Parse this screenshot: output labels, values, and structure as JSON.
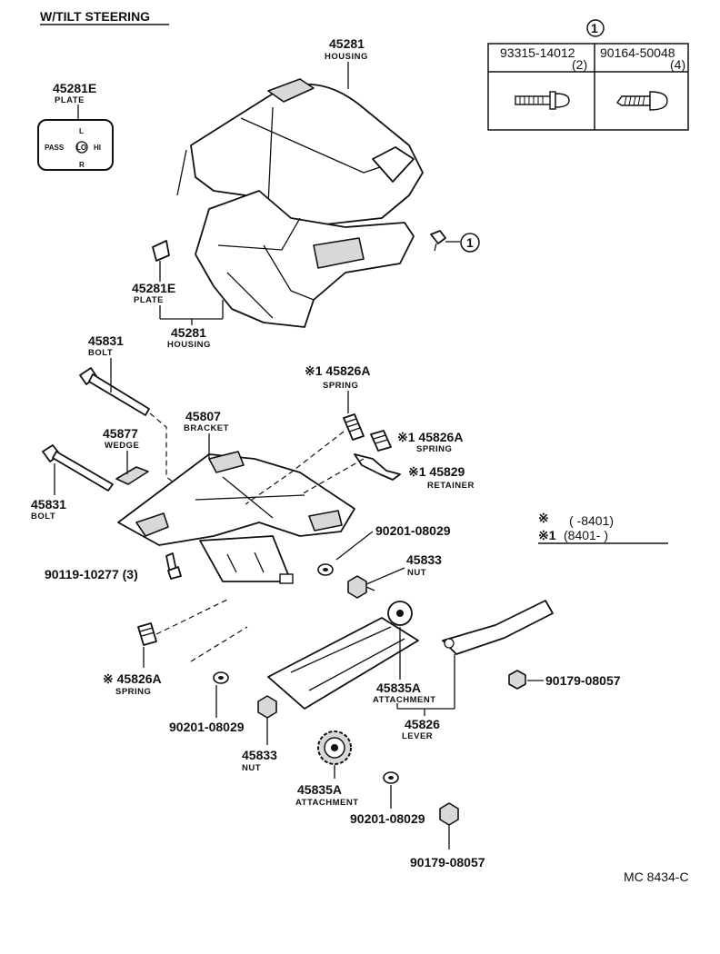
{
  "header": {
    "title": "W/TILT STEERING"
  },
  "table": {
    "ref_mark": "1",
    "col1_part": "93315-14012",
    "col1_qty": "(2)",
    "col2_part": "90164-50048",
    "col2_qty": "(4)"
  },
  "plate_inset": {
    "part_no": "45281E",
    "name": "PLATE",
    "label_pass": "PASS",
    "label_lo": "LO",
    "label_hi": "HI",
    "label_l": "L",
    "label_r": "R"
  },
  "callouts": {
    "housing_top": {
      "part_no": "45281",
      "name": "HOUSING"
    },
    "screw_ref": "1",
    "plate_lower": {
      "part_no": "45281E",
      "name": "PLATE"
    },
    "housing_lower": {
      "part_no": "45281",
      "name": "HOUSING"
    },
    "bolt_upper": {
      "part_no": "45831",
      "name": "BOLT"
    },
    "spring_a": {
      "part_no": "※1 45826A",
      "name": "SPRING"
    },
    "bracket": {
      "part_no": "45807",
      "name": "BRACKET"
    },
    "wedge": {
      "part_no": "45877",
      "name": "WEDGE"
    },
    "spring_b": {
      "part_no": "※1 45826A",
      "name": "SPRING"
    },
    "retainer": {
      "part_no": "※1 45829",
      "name": "RETAINER"
    },
    "bolt_lower": {
      "part_no": "45831",
      "name": "BOLT"
    },
    "washer_a": {
      "part_no": "90201-08029"
    },
    "screw_b": {
      "part_no": "90119-10277 (3)"
    },
    "nut_a": {
      "part_no": "45833",
      "name": "NUT"
    },
    "spring_c": {
      "part_no": "※ 45826A",
      "name": "SPRING"
    },
    "attachment_a": {
      "part_no": "45835A",
      "name": "ATTACHMENT"
    },
    "nut_b": {
      "part_no": "90179-08057"
    },
    "lever": {
      "part_no": "45826",
      "name": "LEVER"
    },
    "washer_b": {
      "part_no": "90201-08029"
    },
    "nut_c": {
      "part_no": "45833",
      "name": "NUT"
    },
    "attachment_b": {
      "part_no": "45835A",
      "name": "ATTACHMENT"
    },
    "washer_c": {
      "part_no": "90201-08029"
    },
    "nut_d": {
      "part_no": "90179-08057"
    }
  },
  "legend": {
    "row1_mark": "※",
    "row1_range": "(       -8401)",
    "row2_mark": "※1",
    "row2_range": "(8401-         )"
  },
  "footer": {
    "code": "MC 8434-C"
  }
}
